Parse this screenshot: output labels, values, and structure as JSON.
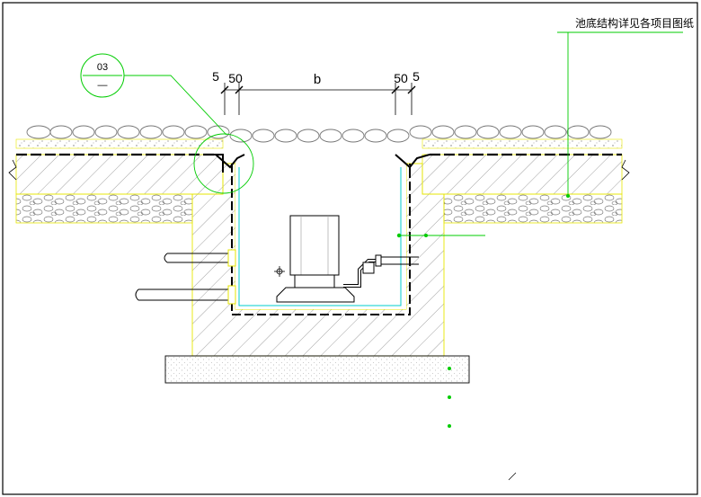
{
  "drawing": {
    "note": "池底结构详见各项目图纸",
    "dimensions": {
      "left_outer": "5",
      "left_inner": "50",
      "center": "b",
      "right_inner": "50",
      "right_outer": "5"
    },
    "callout": {
      "top": "03",
      "bottom": "—"
    },
    "colors": {
      "border": "#000000",
      "structure_outline": "#e6e600",
      "leader": "#00cc00",
      "water_line": "#00cccc",
      "hatch": "#888888"
    }
  }
}
